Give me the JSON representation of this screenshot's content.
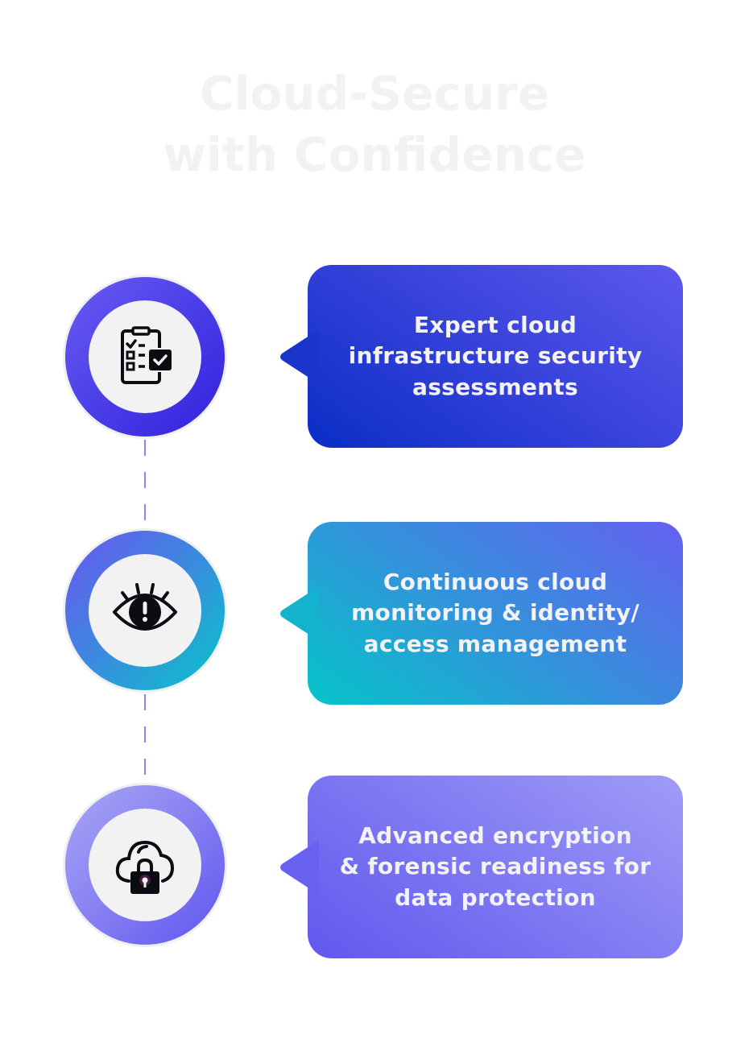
{
  "title": {
    "line1": "Cloud-Secure",
    "line2": "with Confidence"
  },
  "items": [
    {
      "icon": "checklist-icon",
      "lines": [
        "Expert cloud",
        "infrastructure security",
        "assessments"
      ],
      "colors": [
        "#5c58ee",
        "#0a2ec6"
      ]
    },
    {
      "icon": "eye-alert-icon",
      "lines": [
        "Continuous cloud",
        "monitoring & identity/",
        "access management"
      ],
      "colors": [
        "#6560f0",
        "#04c5c8"
      ]
    },
    {
      "icon": "cloud-lock-icon",
      "lines": [
        "Advanced encryption",
        "& forensic readiness for",
        "data protection"
      ],
      "colors": [
        "#a09cf6",
        "#6058ee"
      ]
    }
  ]
}
